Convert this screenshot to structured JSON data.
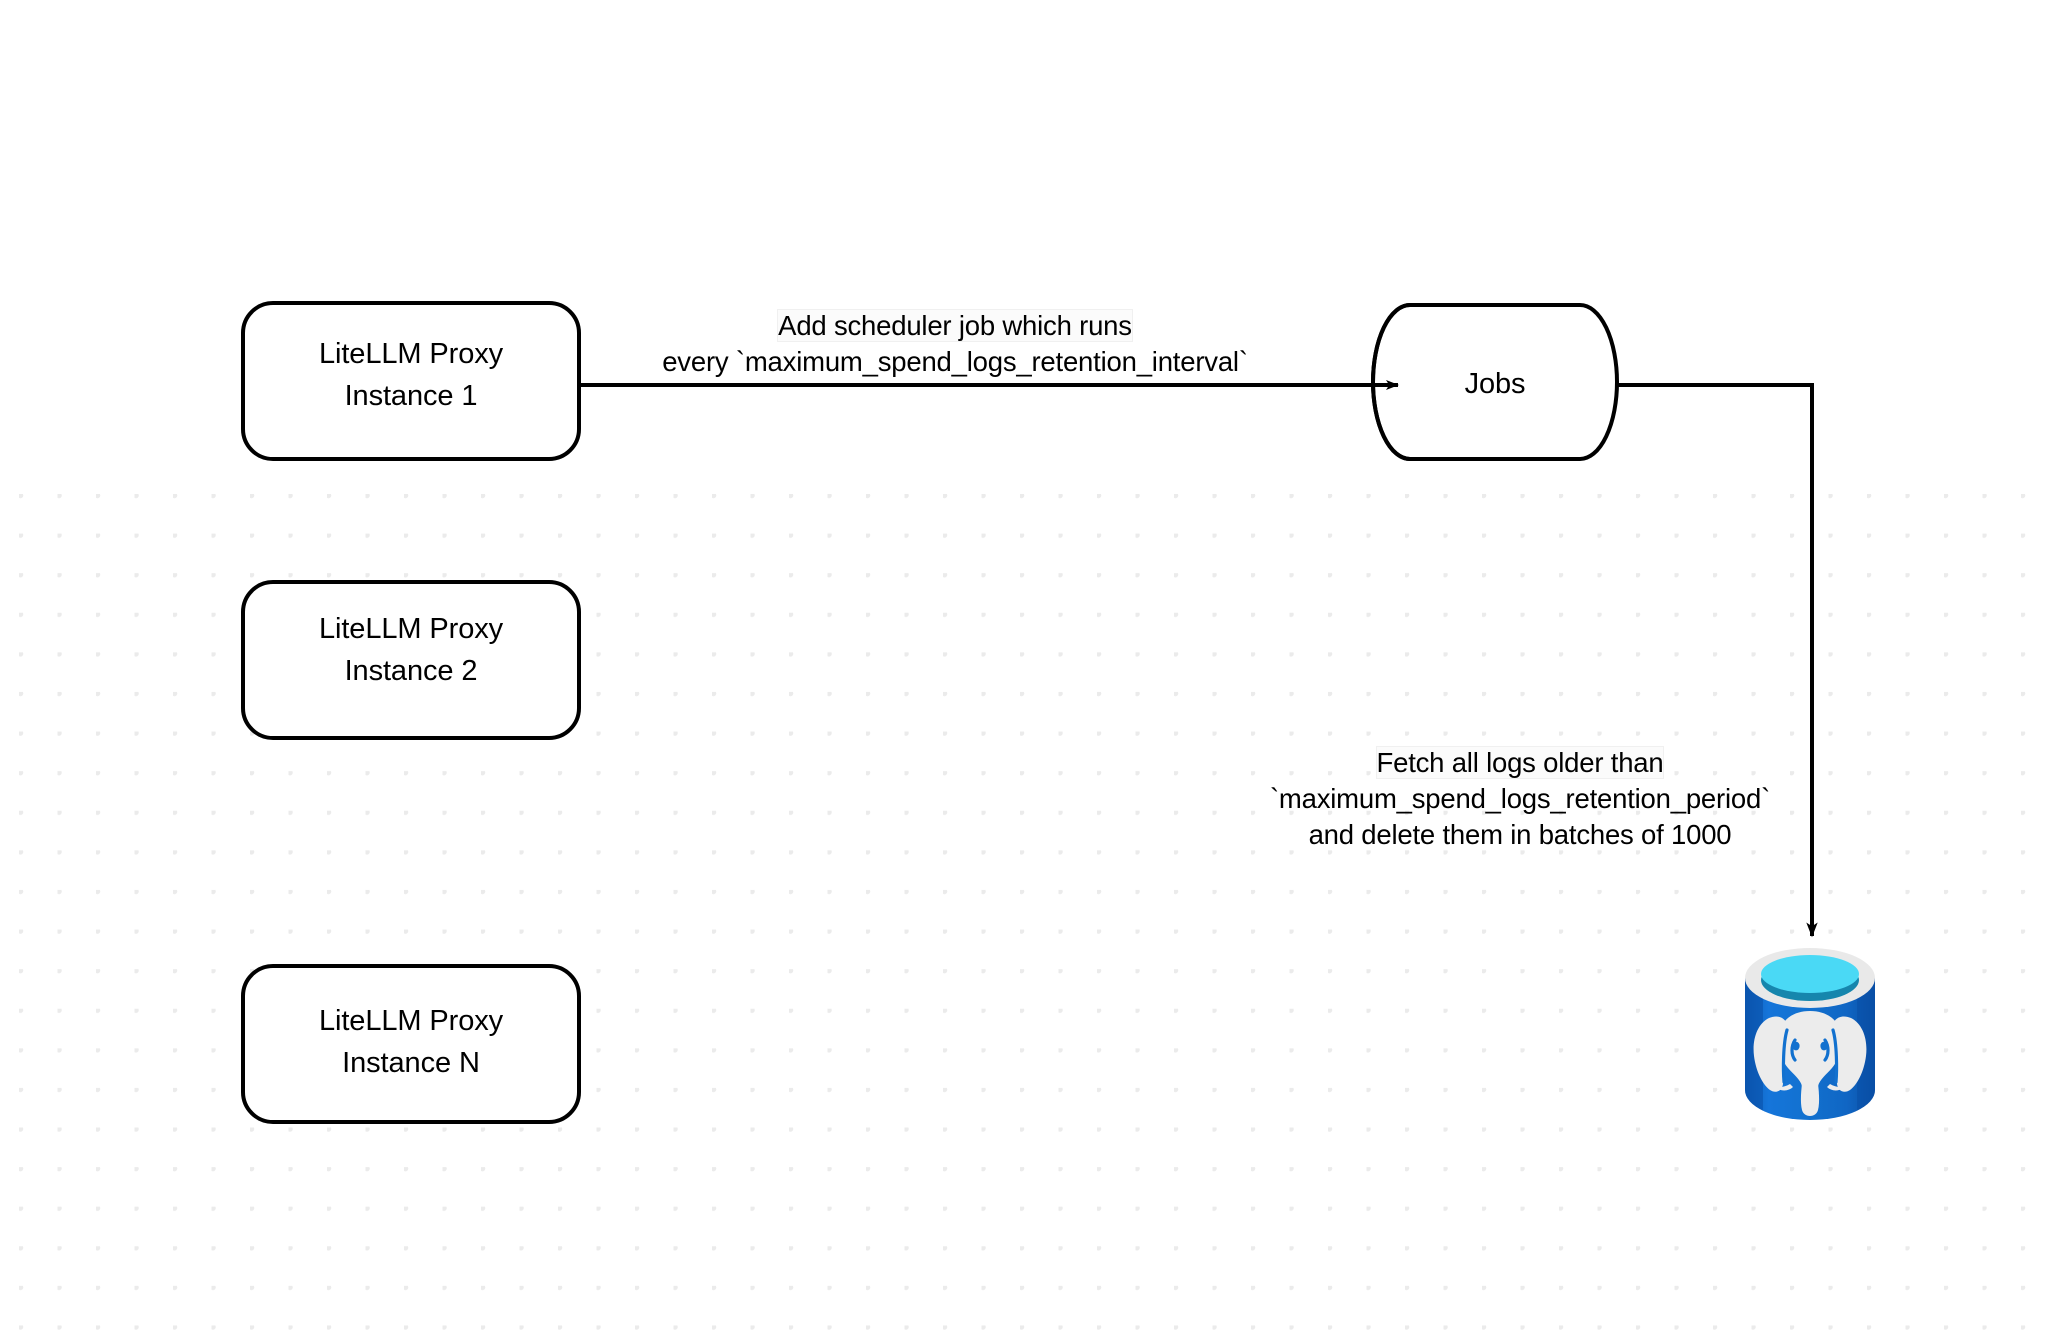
{
  "diagram": {
    "title": "LiteLLM spend logs retention scheduler flow",
    "background_color": "#ffffff",
    "dot_color": "#ebebeb",
    "stroke_color": "#000000"
  },
  "nodes": {
    "proxy_instances": [
      {
        "id": "instance-1",
        "line1": "LiteLLM Proxy",
        "line2": "Instance 1",
        "shape": "rounded-rectangle"
      },
      {
        "id": "instance-2",
        "line1": "LiteLLM Proxy",
        "line2": "Instance 2",
        "shape": "rounded-rectangle"
      },
      {
        "id": "instance-n",
        "line1": "LiteLLM Proxy",
        "line2": "Instance N",
        "shape": "rounded-rectangle"
      }
    ],
    "jobs": {
      "id": "jobs-queue",
      "label": "Jobs",
      "shape": "horizontal-cylinder"
    },
    "database": {
      "id": "postgres-database",
      "icon": "postgresql-database-icon",
      "body_color": "#1468c8",
      "body_color_dark": "#0e5bb5",
      "rim_color": "#e8e8e8",
      "liquid_color": "#4ad9f5",
      "liquid_shadow_color": "#1686ad",
      "elephant_color": "#ececec"
    }
  },
  "edges": [
    {
      "id": "edge-scheduler",
      "from": "instance-1",
      "to": "jobs-queue",
      "label_line1": "Add scheduler job which runs",
      "label_line2": "every `maximum_spend_logs_retention_interval`",
      "arrowhead": "filled-triangle"
    },
    {
      "id": "edge-delete-logs",
      "from": "jobs-queue",
      "to": "postgres-database",
      "label_line1": "Fetch all logs older than",
      "label_line2": "`maximum_spend_logs_retention_period`",
      "label_line3": "and delete them in batches of 1000",
      "arrowhead": "filled-triangle"
    }
  ]
}
